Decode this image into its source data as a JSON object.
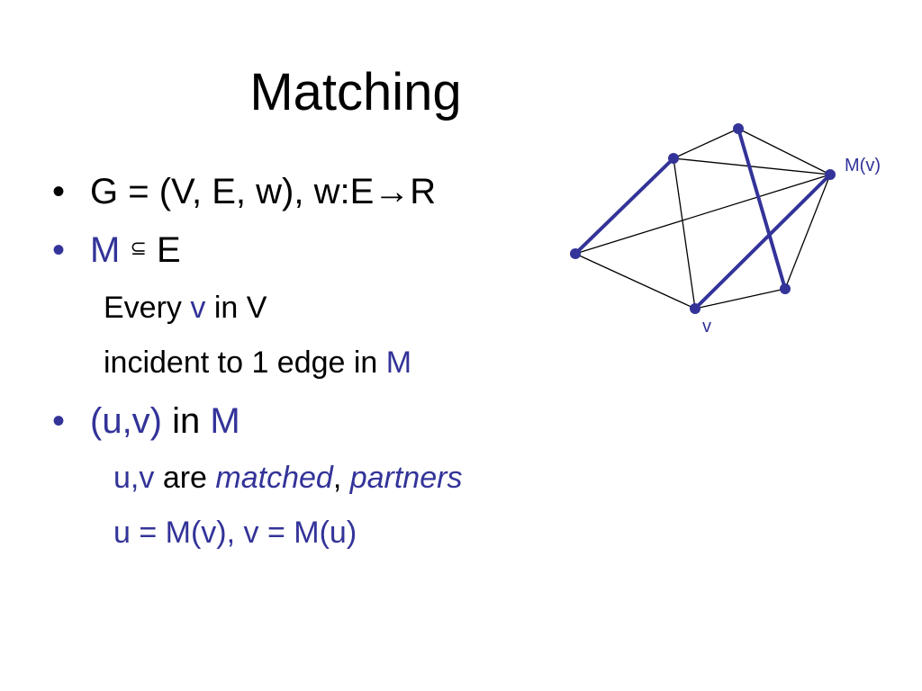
{
  "title": "Matching",
  "bullets": {
    "b1": {
      "marker": "•",
      "text": "G = (V, E, w), w:E→R"
    },
    "b2": {
      "marker": "•",
      "m": "M",
      "subset": "⊆",
      "e": "E"
    },
    "b2_sub": {
      "line1_a": "Every",
      "line1_v": "v",
      "line1_b": "in V",
      "line2_a": "incident to 1 edge in",
      "line2_m": "M"
    },
    "b3": {
      "marker": "•",
      "uv": "(u,v)",
      "in": "in",
      "m": "M"
    },
    "b3_sub": {
      "line1_uv": "u,v",
      "line1_are": "are",
      "line1_matched": "matched",
      "line1_comma": ",",
      "line1_partners": "partners",
      "line2": "u = M(v), v = M(u)"
    }
  },
  "diagram": {
    "label_mv": "M(v)",
    "label_v": "v",
    "colors": {
      "matched": "#333399",
      "edge": "#000000",
      "node": "#333399"
    }
  }
}
